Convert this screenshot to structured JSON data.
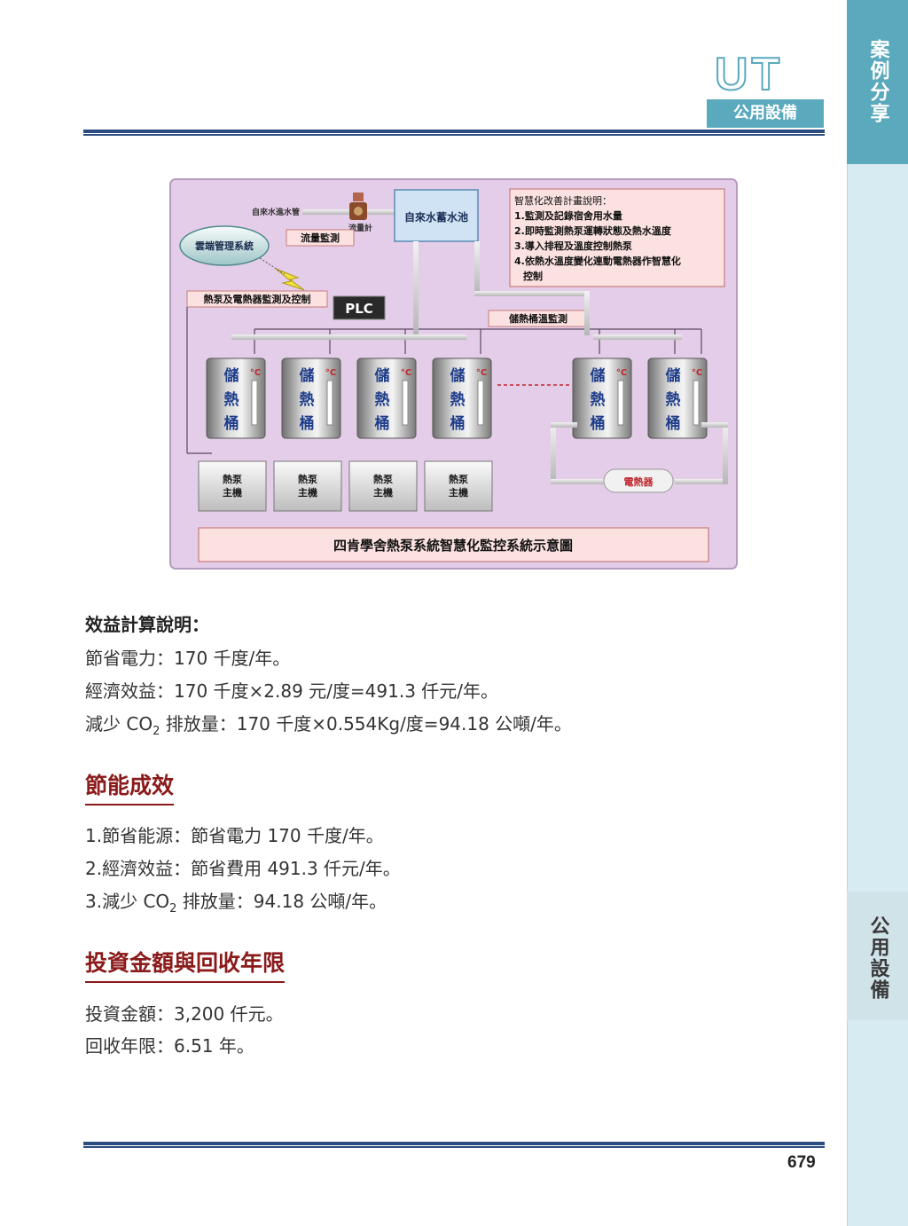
{
  "sidebar": {
    "top_label": "案例分享",
    "bottom_label": "公用設備"
  },
  "header": {
    "brand_logo": "UT",
    "section_label": "公用設備"
  },
  "diagram": {
    "plan_title": "智慧化改善計畫說明：",
    "plan_items": [
      "1.監測及記錄宿舍用水量",
      "2.即時監測熱泵運轉狀態及熱水溫度",
      "3.導入排程及溫度控制熱泵",
      "4.依熱水溫度變化連動電熱器作智慧化",
      "控制"
    ],
    "tap_water_pipe": "自來水進水管",
    "flow_meter": "流量計",
    "tap_water_tank": "自來水蓄水池",
    "cloud_system": "雲端管理系統",
    "flow_monitor": "流量監測",
    "heatpump_monitor": "熱泵及電熱器監測及控制",
    "plc": "PLC",
    "tank_temp_monitor": "儲熱桶溫監測",
    "tank_label": [
      "儲",
      "熱",
      "桶"
    ],
    "celsius": "°C",
    "heatpump_label": [
      "熱泵",
      "主機"
    ],
    "heater": "電熱器",
    "caption": "四肯學舍熱泵系統智慧化監控系統示意圖"
  },
  "benefit": {
    "heading": "效益計算說明：",
    "lines": [
      "節省電力：170 千度/年。",
      "經濟效益：170 千度×2.89 元/度=491.3 仟元/年。"
    ],
    "co2_prefix": "減少 CO",
    "co2_sub": "2",
    "co2_suffix": " 排放量：170 千度×0.554Kg/度=94.18 公噸/年。"
  },
  "effect": {
    "heading": "節能成效",
    "lines": [
      "1.節省能源：節省電力 170 千度/年。",
      "2.經濟效益：節省費用 491.3 仟元/年。"
    ],
    "co2_prefix": "3.減少 CO",
    "co2_sub": "2",
    "co2_suffix": " 排放量：94.18 公噸/年。"
  },
  "investment": {
    "heading": "投資金額與回收年限",
    "lines": [
      "投資金額：3,200 仟元。",
      "回收年限：6.51 年。"
    ]
  },
  "page_number": "679",
  "colors": {
    "accent_teal": "#5aa9bd",
    "rule_navy": "#2b4c7e",
    "heading_red": "#8b1a1a",
    "diagram_bg": "#e4cde8"
  }
}
